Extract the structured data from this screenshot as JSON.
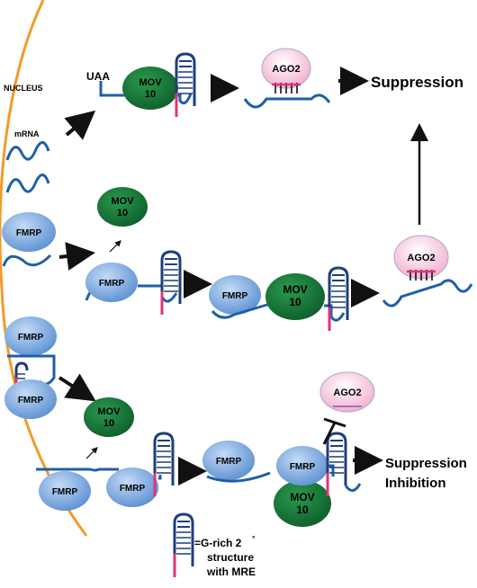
{
  "labels": {
    "nucleus": "NUCLEUS",
    "mrna": "mRNA",
    "uaa": "UAA",
    "fmrp": "FMRP",
    "mov10_line1": "MOV",
    "mov10_line2": "10",
    "ago2": "AGO2",
    "suppression": "Suppression",
    "inhibition": "Inhibition",
    "legend_line1": "=G-rich 2",
    "legend_degree": "°",
    "legend_line2": "structure",
    "legend_line3": "with MRE"
  },
  "colors": {
    "membrane": "#f39a2a",
    "mrna": "#1f5fa8",
    "fmrp_fill": "#6f9fdc",
    "fmrp_light": "#b5d0f0",
    "mov10_fill": "#157a3a",
    "ago2_fill": "#f4b8d4",
    "ago2_stroke": "#a9a9c8",
    "mre": "#e0337a",
    "hairpin": "#1f3f7a",
    "arrow": "#111111"
  }
}
